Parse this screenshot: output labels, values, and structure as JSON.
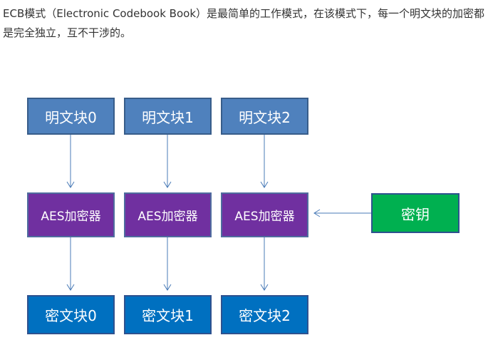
{
  "intro": {
    "text": "ECB模式（Electronic Codebook Book）是最简单的工作模式，在该模式下，每一个明文块的加密都是完全独立，互不干涉的。"
  },
  "diagram": {
    "plaintext_blocks": [
      "明文块0",
      "明文块1",
      "明文块2"
    ],
    "encryptors": [
      "AES加密器",
      "AES加密器",
      "AES加密器"
    ],
    "ciphertext_blocks": [
      "密文块0",
      "密文块1",
      "密文块2"
    ],
    "key": "密钥",
    "colors": {
      "plaintext": "#4f81bd",
      "encryptor": "#7030a0",
      "ciphertext": "#0070c0",
      "key": "#00b050",
      "arrow": "#4a7bb7"
    }
  }
}
